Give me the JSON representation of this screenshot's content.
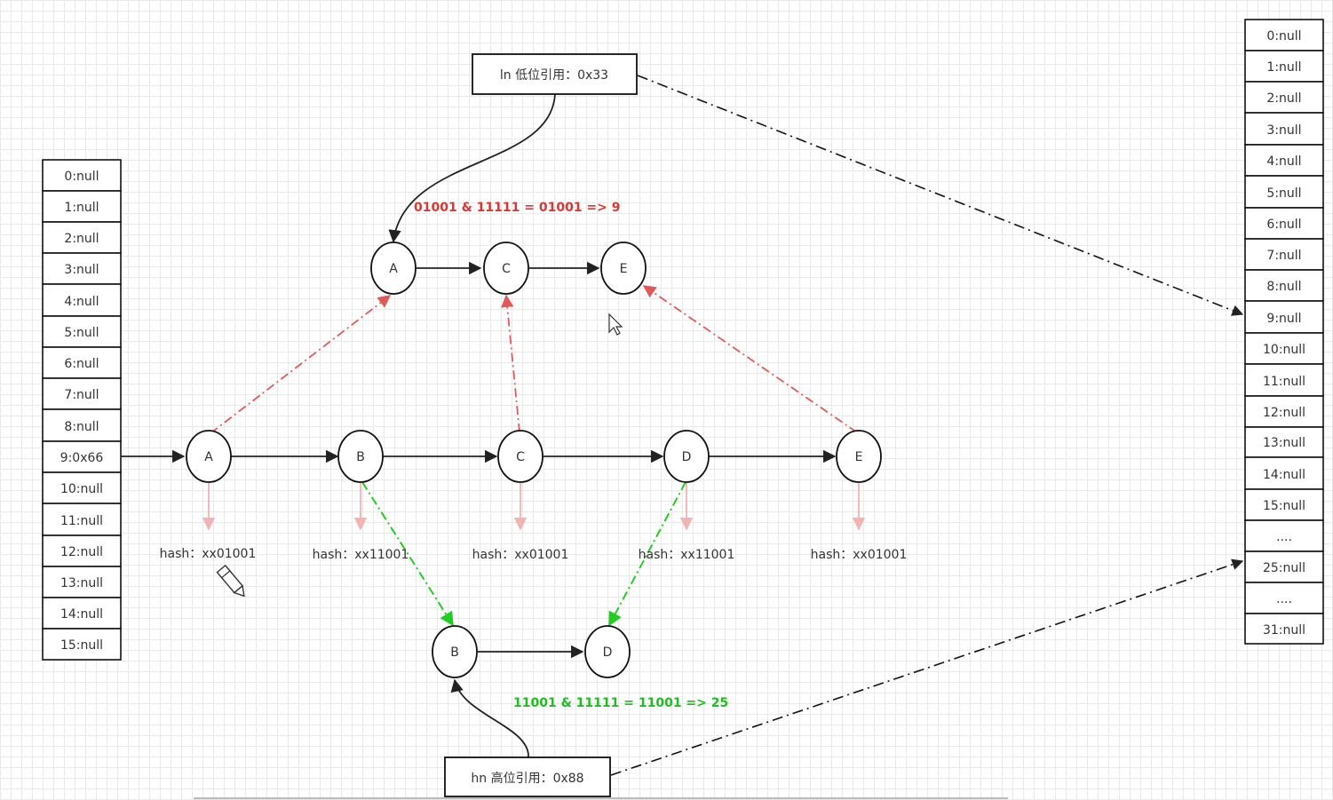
{
  "old_table": {
    "cells": [
      "0:null",
      "1:null",
      "2:null",
      "3:null",
      "4:null",
      "5:null",
      "6:null",
      "7:null",
      "8:null",
      "9:0x66",
      "10:null",
      "11:null",
      "12:null",
      "13:null",
      "14:null",
      "15:null"
    ]
  },
  "new_table": {
    "cells": [
      "0:null",
      "1:null",
      "2:null",
      "3:null",
      "4:null",
      "5:null",
      "6:null",
      "7:null",
      "8:null",
      "9:null",
      "10:null",
      "11:null",
      "12:null",
      "13:null",
      "14:null",
      "15:null",
      "....",
      "25:null",
      "....",
      "31:null"
    ]
  },
  "original_chain": {
    "nodes": [
      "A",
      "B",
      "C",
      "D",
      "E"
    ],
    "hashes": [
      "hash：xx01001",
      "hash：xx11001",
      "hash：xx01001",
      "hash：xx11001",
      "hash：xx01001"
    ]
  },
  "low_chain": {
    "nodes": [
      "A",
      "C",
      "E"
    ],
    "ref_label": "ln 低位引用：0x33",
    "formula": "01001 & 11111 = 01001 => 9"
  },
  "high_chain": {
    "nodes": [
      "B",
      "D"
    ],
    "ref_label": "hn 高位引用：0x88",
    "formula": "11001 & 11111 = 11001 => 25"
  },
  "colors": {
    "low_link": "#e05a5a",
    "high_link": "#22cc22",
    "hash_arrow": "#f2b3b3",
    "low_formula": "#d93636",
    "high_formula": "#22bb22"
  }
}
